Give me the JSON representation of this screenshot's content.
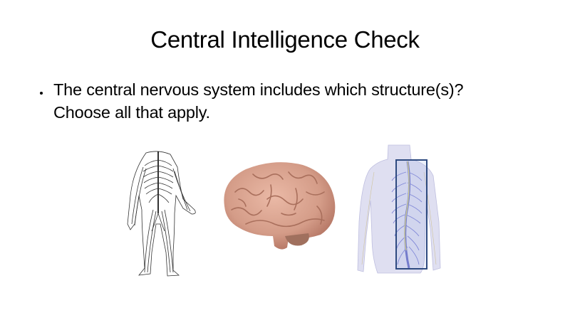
{
  "slide": {
    "title": "Central Intelligence Check",
    "bullets": [
      {
        "line1": "The central nervous system includes which structure(s)?",
        "line2": "Choose all that apply."
      }
    ],
    "images": [
      {
        "name": "peripheral-nervous-system-figure",
        "description": "Line drawing of human body showing full nervous system"
      },
      {
        "name": "brain-image",
        "description": "Human brain model"
      },
      {
        "name": "spinal-cord-image",
        "description": "Translucent torso with spinal cord highlighted in blue box"
      }
    ],
    "colors": {
      "background": "#ffffff",
      "text": "#000000",
      "brain": "#d9a593",
      "spine_box_border": "#2e4a80",
      "spine_nerves": "#6a6fd0",
      "spinal_cord": "#e8e07a"
    }
  }
}
